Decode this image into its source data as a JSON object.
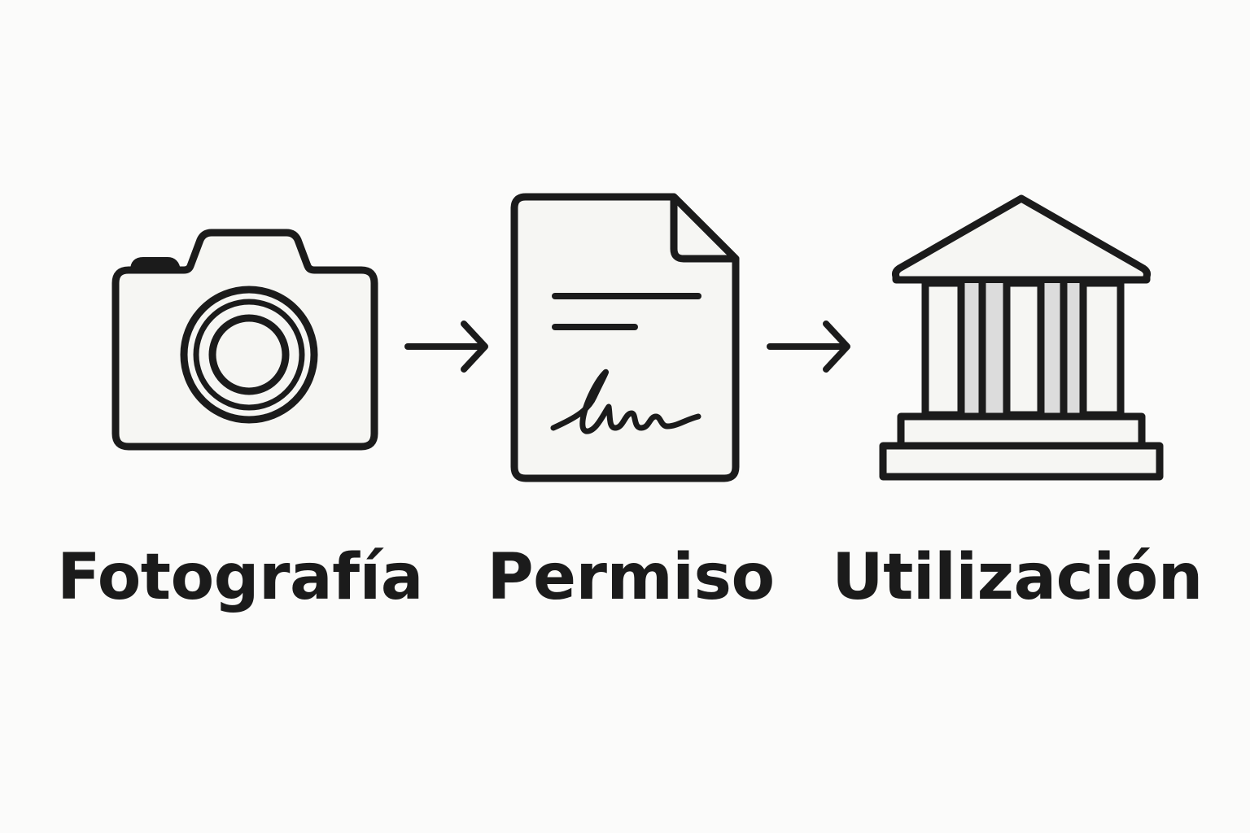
{
  "diagram": {
    "steps": [
      {
        "icon": "camera-icon",
        "label": "Fotografía"
      },
      {
        "icon": "signed-document-icon",
        "label": "Permiso"
      },
      {
        "icon": "institution-building-icon",
        "label": "Utilización"
      }
    ],
    "connectors": [
      {
        "icon": "arrow-right-icon"
      },
      {
        "icon": "arrow-right-icon"
      }
    ]
  },
  "colors": {
    "background": "#fbfbfa",
    "stroke": "#1b1b1b",
    "fill": "#f6f6f3",
    "accent_fill": "#dcdcdc"
  }
}
